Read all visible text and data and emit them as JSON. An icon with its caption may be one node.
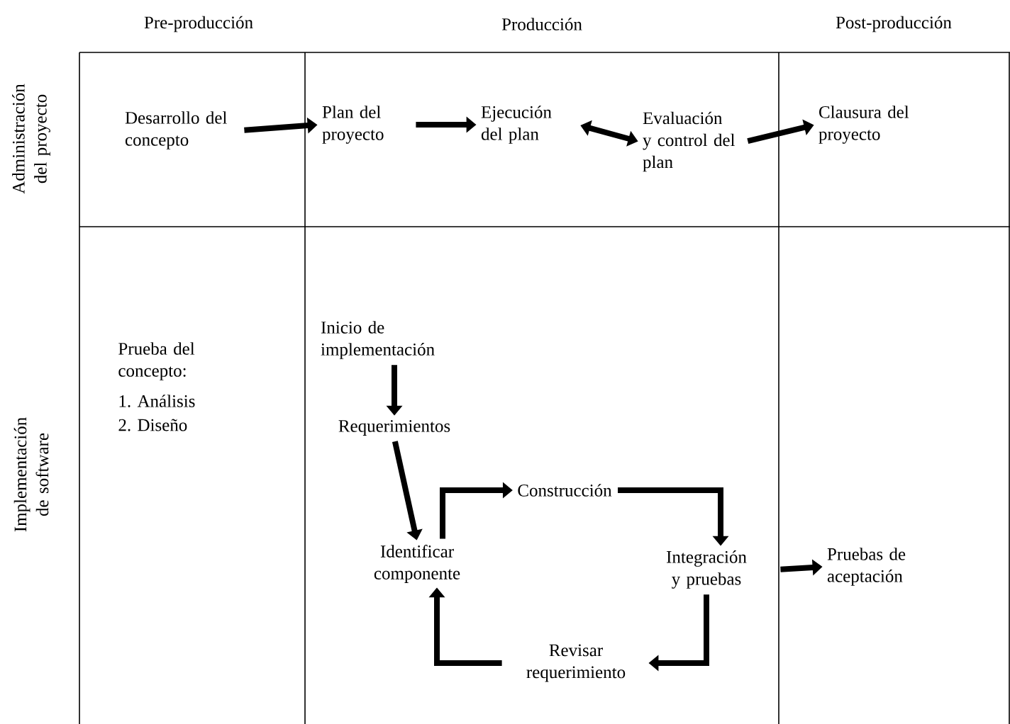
{
  "diagram": {
    "nodes": [
      {
        "text": [
          "Desarrollo del concepto"
        ]
      },
      {
        "text": [
          "Plan del proyecto"
        ]
      },
      {
        "text": [
          "Ejecución del plan"
        ]
      },
      {
        "text": [
          "Evaluación y control del plan"
        ]
      },
      {
        "text": [
          "Clausura del proyecto"
        ]
      },
      {
        "text": [
          "Inicio de implementación"
        ]
      },
      {
        "text": [
          "Requerimientos"
        ]
      },
      {
        "text": [
          "Construcción"
        ]
      },
      {
        "text": [
          "Identificar componente"
        ]
      },
      {
        "text": [
          "Integración y pruebas"
        ]
      },
      {
        "text": [
          "Revisar requerimiento"
        ]
      },
      {
        "text": [
          "Pruebas de aceptación"
        ]
      }
    ],
    "edges": [
      {
        "from": 0,
        "to": 1,
        "arrow": "to"
      },
      {
        "from": 1,
        "to": 2,
        "arrow": "to"
      },
      {
        "from": 2,
        "to": 3,
        "arrow": "both"
      },
      {
        "from": 3,
        "to": 4,
        "arrow": "to"
      },
      {
        "from": 5,
        "to": 6,
        "arrow": "to"
      },
      {
        "from": 6,
        "to": 8,
        "arrow": "to"
      },
      {
        "from": 8,
        "to": 7,
        "arrow": "to"
      },
      {
        "from": 7,
        "to": 9,
        "arrow": "to"
      },
      {
        "from": 9,
        "to": 10,
        "arrow": "to"
      },
      {
        "from": 10,
        "to": 8,
        "arrow": "to"
      },
      {
        "from": 9,
        "to": 11,
        "arrow": "to"
      }
    ],
    "labels": [
      "Pre-producción",
      "Producción",
      "Post-producción",
      "Administración del proyecto",
      "Implementación de software",
      "Prueba del concepto:",
      "1. Análisis",
      "2. Diseño"
    ]
  }
}
